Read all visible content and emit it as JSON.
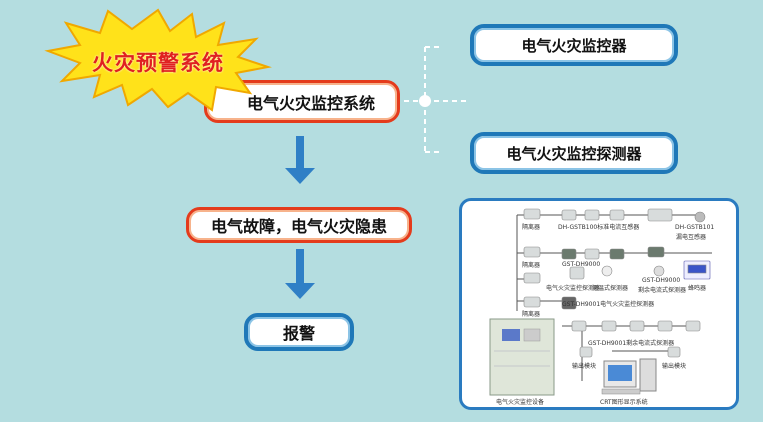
{
  "burst": {
    "label": "火灾预警系统"
  },
  "main_system": {
    "label": "电气火灾监控系统"
  },
  "branches": [
    {
      "label": "电气火灾监控器"
    },
    {
      "label": "电气火灾监控探测器"
    }
  ],
  "fault": {
    "label": "电气故障，电气火灾隐患"
  },
  "alarm": {
    "label": "报警"
  },
  "diagram": {
    "labels": [
      {
        "text": "隔离器"
      },
      {
        "text": "DH-GSTB100标准电流互感器"
      },
      {
        "text": "DH-GSTB101"
      },
      {
        "text": "漏电互感器"
      },
      {
        "text": "隔离器"
      },
      {
        "text": "GST-DH9000"
      },
      {
        "text": "电气火灾监控探测器"
      },
      {
        "text": "测温式探测器"
      },
      {
        "text": "GST-DH9000"
      },
      {
        "text": "剩余电流式探测器"
      },
      {
        "text": "蜂鸣器"
      },
      {
        "text": "隔离器"
      },
      {
        "text": "GST-DH9001电气火灾监控探测器"
      },
      {
        "text": "GST-DH9001剩余电流式探测器"
      },
      {
        "text": "输出模块"
      },
      {
        "text": "输出模块"
      },
      {
        "text": "电气火灾监控设备"
      },
      {
        "text": "CRT图形显示系统"
      }
    ]
  },
  "colors": {
    "background": "#b4dde0",
    "red_border": "#e43b1c",
    "blue_border": "#1f78b8",
    "arrow": "#2f7fc6",
    "burst_fill": "#ffe21a",
    "burst_text": "#e02020"
  }
}
